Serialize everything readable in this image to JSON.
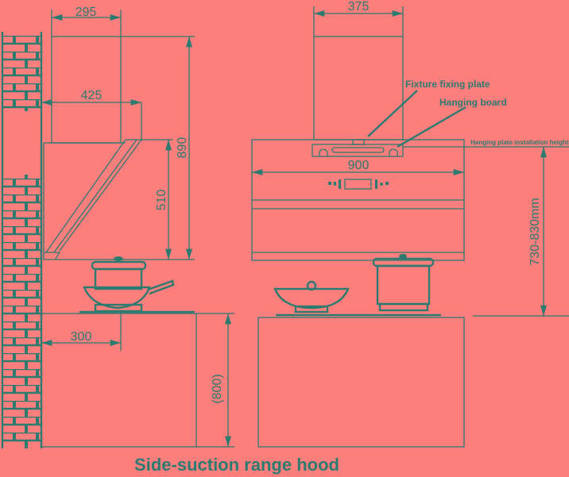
{
  "title": "Side-suction range hood",
  "colors": {
    "background": "#fd7f7d",
    "line": "#2d7a70"
  },
  "side_view": {
    "dims": {
      "chimney_width": "295",
      "hood_depth": "425",
      "total_height": "890",
      "hood_height": "510",
      "cabinet_depth": "300",
      "cabinet_height": "(800)"
    }
  },
  "front_view": {
    "dims": {
      "chimney_width": "375",
      "hood_width": "900",
      "installation_height": "730-830mm"
    },
    "labels": {
      "fixture_plate": "Fixture fixing plate",
      "hanging_board": "Hanging board",
      "install_height": "Hanging plate installation height"
    }
  }
}
